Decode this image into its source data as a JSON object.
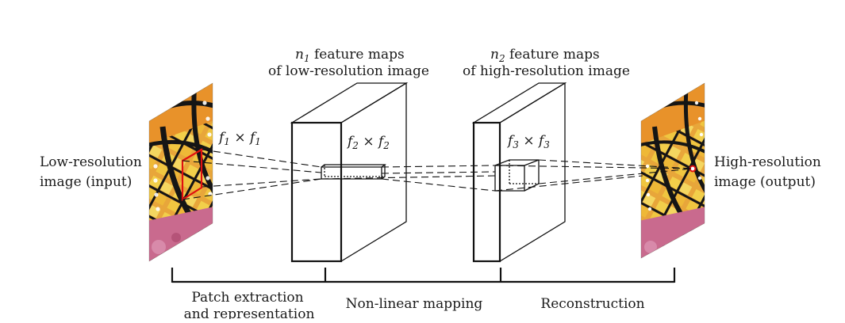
{
  "labels": {
    "input_line1": "Low-resolution",
    "input_line2": "image (input)",
    "output_line1": "High-resolution",
    "output_line2": "image (output)",
    "maps1_var": "n",
    "maps1_sub": "1",
    "maps1_rest": " feature maps",
    "maps1_line2": "of low-resolution image",
    "maps2_var": "n",
    "maps2_sub": "2",
    "maps2_rest": " feature maps",
    "maps2_line2": "of high-resolution image",
    "filter1_var": "f",
    "filter1_sub": "1",
    "filter2_var": "f",
    "filter2_sub": "2",
    "filter3_var": "f",
    "filter3_sub": "3",
    "times": " × "
  },
  "stages": {
    "stage1_line1": "Patch extraction",
    "stage1_line2": "and representation",
    "stage2": "Non-linear mapping",
    "stage3": "Reconstruction"
  },
  "colors": {
    "patch_red": "#e01010",
    "wing_orange": "#e8922a",
    "wing_yellow": "#f2cf4a",
    "wing_black": "#151515",
    "flower_pink": "#c96a8e"
  }
}
